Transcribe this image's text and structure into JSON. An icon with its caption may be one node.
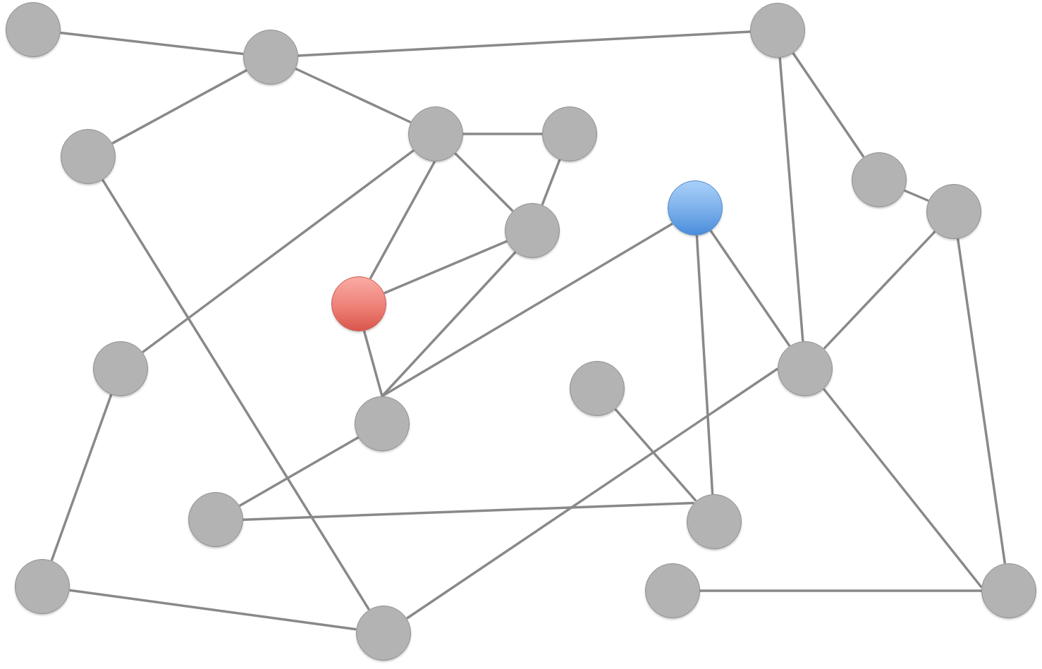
{
  "diagram": {
    "nodes": [
      {
        "text": [],
        "shape": "circle"
      },
      {
        "text": [],
        "shape": "circle"
      },
      {
        "text": [],
        "shape": "circle"
      },
      {
        "text": [],
        "shape": "circle"
      },
      {
        "text": [],
        "shape": "circle"
      },
      {
        "text": [],
        "shape": "circle"
      },
      {
        "text": [],
        "shape": "circle"
      },
      {
        "text": [],
        "shape": "circle"
      },
      {
        "text": [],
        "shape": "circle"
      },
      {
        "text": [],
        "shape": "circle"
      },
      {
        "text": [],
        "shape": "circle"
      },
      {
        "text": [],
        "shape": "circle"
      },
      {
        "text": [],
        "shape": "circle"
      },
      {
        "text": [],
        "shape": "circle"
      },
      {
        "text": [],
        "shape": "circle"
      },
      {
        "text": [],
        "shape": "circle"
      },
      {
        "text": [],
        "shape": "circle"
      },
      {
        "text": [],
        "shape": "circle"
      },
      {
        "text": [],
        "shape": "circle"
      },
      {
        "text": [],
        "shape": "circle"
      },
      {
        "text": [],
        "shape": "circle"
      }
    ],
    "edges": [
      {
        "from": 0,
        "to": 2,
        "arrow": "none"
      },
      {
        "from": 2,
        "to": 1,
        "arrow": "none"
      },
      {
        "from": 2,
        "to": 5,
        "arrow": "none"
      },
      {
        "from": 2,
        "to": 3,
        "arrow": "none"
      },
      {
        "from": 3,
        "to": 4,
        "arrow": "none"
      },
      {
        "from": 3,
        "to": 9,
        "arrow": "none"
      },
      {
        "from": 4,
        "to": 9,
        "arrow": "none"
      },
      {
        "from": 3,
        "to": 11,
        "arrow": "none"
      },
      {
        "from": 3,
        "to": 10,
        "arrow": "none"
      },
      {
        "from": 9,
        "to": 10,
        "arrow": "none"
      },
      {
        "from": 9,
        "to": 14,
        "arrow": "none"
      },
      {
        "from": 7,
        "to": 14,
        "arrow": "none"
      },
      {
        "from": 10,
        "to": 14,
        "arrow": "none"
      },
      {
        "from": 5,
        "to": 20,
        "arrow": "none"
      },
      {
        "from": 1,
        "to": 12,
        "arrow": "none"
      },
      {
        "from": 1,
        "to": 6,
        "arrow": "none"
      },
      {
        "from": 6,
        "to": 8,
        "arrow": "none"
      },
      {
        "from": 8,
        "to": 12,
        "arrow": "none"
      },
      {
        "from": 8,
        "to": 19,
        "arrow": "none"
      },
      {
        "from": 7,
        "to": 12,
        "arrow": "none"
      },
      {
        "from": 7,
        "to": 16,
        "arrow": "none"
      },
      {
        "from": 12,
        "to": 20,
        "arrow": "none"
      },
      {
        "from": 12,
        "to": 19,
        "arrow": "none"
      },
      {
        "from": 13,
        "to": 16,
        "arrow": "none"
      },
      {
        "from": 14,
        "to": 15,
        "arrow": "none"
      },
      {
        "from": 15,
        "to": 16,
        "arrow": "none"
      },
      {
        "from": 11,
        "to": 17,
        "arrow": "none"
      },
      {
        "from": 17,
        "to": 20,
        "arrow": "none"
      },
      {
        "from": 18,
        "to": 19,
        "arrow": "none"
      }
    ]
  }
}
